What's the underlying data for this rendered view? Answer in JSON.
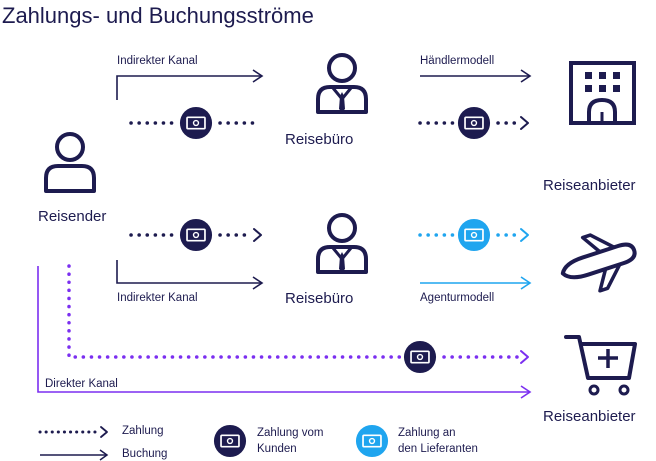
{
  "title": "Zahlungs- und Buchungsströme",
  "nodes": {
    "reisender": "Reisender",
    "reisebuero_top": "Reisebüro",
    "reisebuero_mid": "Reisebüro",
    "reiseanbieter_top": "Reiseanbieter",
    "reiseanbieter_bottom": "Reiseanbieter"
  },
  "edges": {
    "indirekter_kanal_top": "Indirekter Kanal",
    "haendlermodell": "Händlermodell",
    "indirekter_kanal_mid": "Indirekter Kanal",
    "agenturmodell": "Agenturmodell",
    "direkter_kanal": "Direkter Kanal"
  },
  "legend": {
    "zahlung": "Zahlung",
    "buchung": "Buchung",
    "zahlung_kunden": [
      "Zahlung vom",
      "Kunden"
    ],
    "zahlung_lieferanten": [
      "Zahlung an",
      "den Lieferanten"
    ]
  },
  "colors": {
    "navy": "#1d1b4f",
    "purple": "#7b2ff0",
    "blue": "#1fa5ef",
    "white": "#ffffff"
  },
  "icons": {
    "traveler": "person-icon",
    "agency": "businessman-icon",
    "building": "hotel-building-icon",
    "plane": "airplane-icon",
    "cart": "shopping-cart-icon",
    "money": "money-bill-icon"
  }
}
